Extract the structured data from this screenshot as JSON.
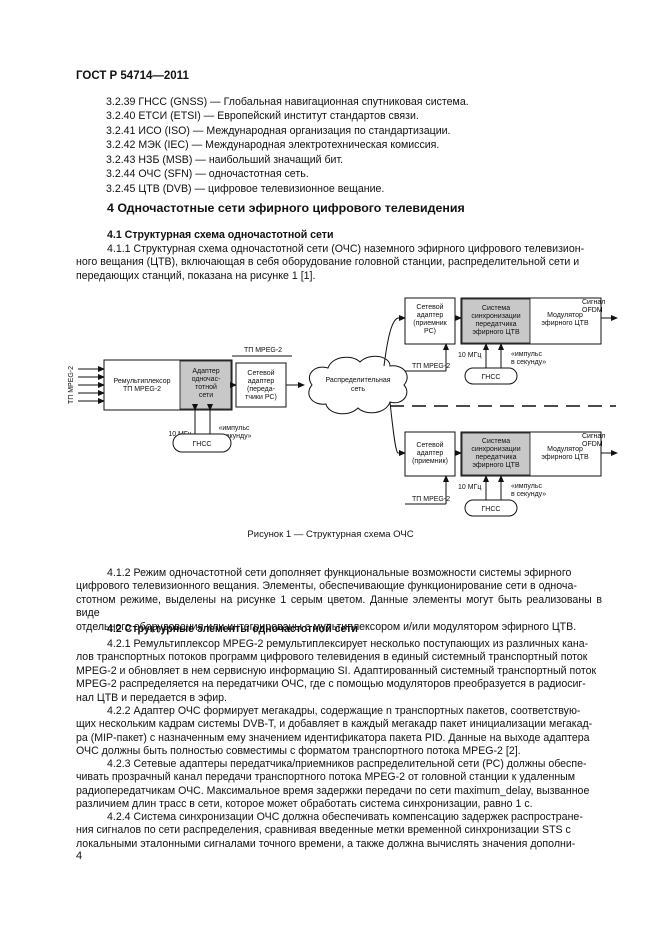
{
  "header": "ГОСТ Р 54714—2011",
  "definitions": [
    "3.2.39 ГНСС (GNSS) — Глобальная навигационная спутниковая система.",
    "3.2.40 ЕТСИ (ETSI) — Европейский институт стандартов связи.",
    "3.2.41 ИСО (ISO) — Международная организация по стандартизации.",
    "3.2.42 МЭК (IEC) — Международная электротехническая комиссия.",
    "3.2.43 НЗБ (MSB) — наибольший значащий бит.",
    "3.2.44 ОЧС (SFN) — одночастотная сеть.",
    "3.2.45 ЦТВ (DVB) — цифровое телевизионное вещание."
  ],
  "section4_title": "4 Одночастотные сети эфирного цифрового телевидения",
  "sub41_title": "4.1 Структурная схема одночастотной сети",
  "para_411": [
    "4.1.1 Структурная схема одночастотной сети (ОЧС) наземного эфирного цифрового телевизион-",
    "ного вещания (ЦТВ), включающая в себя оборудование головной станции, распределительной сети и",
    "передающих станций, показана на рисунке 1 [1]."
  ],
  "diagram": {
    "input_label": "ТП MPEG-2",
    "remux": [
      "Ремультиплексор",
      "ТП MPEG-2"
    ],
    "adapter": [
      "Адаптер",
      "одночас-",
      "тотной",
      "сети"
    ],
    "tp_label": "ТП MPEG-2",
    "net_adapter": [
      "Сетевой",
      "адаптер",
      "(переда-",
      "тчики РС)"
    ],
    "cloud": [
      "Распределительная",
      "сеть"
    ],
    "freq": "10 МГц",
    "pps": [
      "«импульс",
      "в секунду»"
    ],
    "gnss": "ГНСС",
    "rx_adapter_top": [
      "Сетевой",
      "адаптер",
      "(приемник",
      "РС)"
    ],
    "rx_adapter_bottom": [
      "Сетевой",
      "адаптер",
      "(приемник)"
    ],
    "sync": [
      "Система",
      "синхронизации",
      "передатчика",
      "эфирного ЦТВ"
    ],
    "modulator": [
      "Модулятор",
      "эфирного ЦТВ"
    ],
    "output": [
      "Сигнал",
      "OFDM"
    ]
  },
  "figure_caption": "Рисунок 1 — Структурная схема ОЧС",
  "para_412": [
    "4.1.2 Режим одночастотной сети дополняет функциональные возможности системы эфирного",
    "цифрового телевизионного вещания. Элементы, обеспечивающие функционирование сети в одноча-",
    "стотном режиме, выделены на рисунке 1 серым цветом. Данные элементы могут быть реализованы в виде",
    "отдельного оборудования или интегрированы с мультиплексором и/или модулятором эфирного ЦТВ."
  ],
  "sub42_title": "4.2 Структурные элементы одночастотной сети",
  "para_421": [
    "4.2.1 Ремультиплексор MPEG-2 ремультиплексирует несколько поступающих из различных кана-",
    "лов транспортных потоков программ цифрового телевидения в единый системный транспортный поток",
    "MPEG-2 и обновляет в нем сервисную информацию SI. Адаптированный системный транспортный поток",
    "MPEG-2 распределяется на передатчики ОЧС, где с помощью модуляторов преобразуется в радиосиг-",
    "нал ЦТВ и передается в эфир."
  ],
  "para_422": [
    "4.2.2 Адаптер ОЧС формирует мегакадры, содержащие n транспортных пакетов, соответствую-",
    "щих нескольким кадрам системы DVB-T, и добавляет в каждый мегакадр пакет инициализации мегакад-",
    "ра (MIP-пакет) с назначенным ему значением идентификатора пакета PID. Данные на выходе адаптера",
    "ОЧС должны быть полностью совместимы с форматом транспортного потока MPEG-2 [2]."
  ],
  "para_423": [
    "4.2.3 Сетевые адаптеры передатчика/приемников распределительной сети (РС) должны обеспе-",
    "чивать прозрачный канал передачи транспортного потока MPEG-2 от головной станции к удаленным",
    "радиопередатчикам ОЧС. Максимальное время задержки передачи по сети maximum_delay, вызванное",
    "различием длин трасс в сети, которое может обработать система синхронизации, равно 1 с."
  ],
  "para_424": [
    "4.2.4 Система синхронизации ОЧС должна обеспечивать компенсацию задержек распростране-",
    "ния сигналов по сети распределения, сравнивая введенные метки временной синхронизации STS с",
    "локальными эталонными сигналами точного времени, а также должна вычислять значения дополни-"
  ],
  "page_number": "4"
}
